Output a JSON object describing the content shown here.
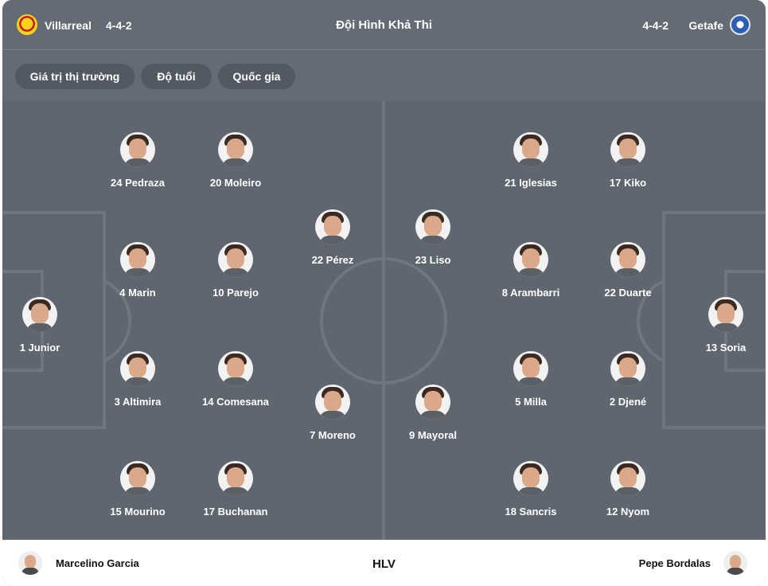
{
  "header": {
    "home_team": "Villarreal",
    "home_formation": "4-4-2",
    "title": "Đội Hình Khả Thi",
    "away_formation": "4-4-2",
    "away_team": "Getafe"
  },
  "filters": [
    {
      "label": "Giá trị thị trường"
    },
    {
      "label": "Độ tuổi"
    },
    {
      "label": "Quốc gia"
    }
  ],
  "home_players": [
    {
      "label": "1 Junior"
    },
    {
      "label": "24 Pedraza"
    },
    {
      "label": "4 Marin"
    },
    {
      "label": "3 Altimira"
    },
    {
      "label": "15 Mourino"
    },
    {
      "label": "20 Moleiro"
    },
    {
      "label": "10 Parejo"
    },
    {
      "label": "14 Comesana"
    },
    {
      "label": "17 Buchanan"
    },
    {
      "label": "22 Pérez"
    },
    {
      "label": "7 Moreno"
    }
  ],
  "away_players": [
    {
      "label": "13 Soria"
    },
    {
      "label": "17 Kiko"
    },
    {
      "label": "22 Duarte"
    },
    {
      "label": "2 Djené"
    },
    {
      "label": "12 Nyom"
    },
    {
      "label": "21 Iglesias"
    },
    {
      "label": "8 Arambarri"
    },
    {
      "label": "5 Milla"
    },
    {
      "label": "18 Sancris"
    },
    {
      "label": "23 Liso"
    },
    {
      "label": "9 Mayoral"
    }
  ],
  "coaches": {
    "home": "Marcelino Garcia",
    "label": "HLV",
    "away": "Pepe Bordalas"
  },
  "colors": {
    "pitch": "#5f6670",
    "header": "#646b75",
    "chip": "#525962",
    "lines": "#6f7680"
  }
}
